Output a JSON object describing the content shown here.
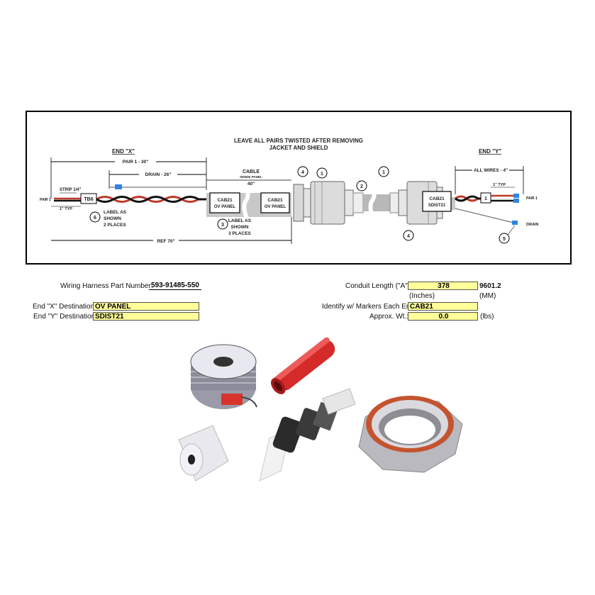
{
  "diagram": {
    "header_line1": "LEAVE ALL PAIRS TWISTED AFTER REMOVING",
    "header_line2": "JACKET AND SHIELD",
    "end_x": "END \"X\"",
    "end_y": "END \"Y\"",
    "pair1_len": "PAIR 1 - 30\"",
    "drain_len": "DRAIN - 26\"",
    "strip": "STRIP 1/4\"",
    "pair1_left": "PAIR 1",
    "one_typ_left": "1\" TYP",
    "tb6": "TB6",
    "label_6_line1": "LABEL AS",
    "label_6_line2": "SHOWN",
    "label_6_line3": "2 PLACES",
    "ref": "REF 70\"",
    "cable": "CABLE",
    "inside_panel": "INSIDE PANEL",
    "cable_len": "40\"",
    "tag1_line1": "CAB21",
    "tag1_line2": "OV PANEL",
    "tag2_line1": "CAB21",
    "tag2_line2": "OV PANEL",
    "tag3_line1": "CAB21",
    "tag3_line2": "SDIST21",
    "label_3_line1": "LABEL AS",
    "label_3_line2": "SHOWN",
    "label_3_line3": "3 PLACES",
    "all_wires": "ALL WIRES - 4\"",
    "one_typ_right": "1\" TYP",
    "right_marker": "1",
    "pair1_right": "PAIR 1",
    "drain_right": "DRAIN",
    "callout_1a": "1",
    "callout_1b": "1",
    "callout_2": "2",
    "callout_3": "3",
    "callout_4a": "4",
    "callout_4b": "4",
    "callout_5": "5",
    "callout_6": "6"
  },
  "form": {
    "part_number_label": "Wiring Harness Part Number:",
    "part_number": "593-91485-550",
    "end_x_label": "End \"X\" Destination:",
    "end_x_value": "OV PANEL",
    "end_y_label": "End \"Y\" Destination",
    "end_y_value": "SDIST21",
    "conduit_label": "Conduit Length (\"A\"):",
    "conduit_inches": "378",
    "conduit_mm": "9601.2",
    "inches_unit": "(Inches)",
    "mm_unit": "(MM)",
    "markers_label": "Identify w/ Markers Each End:",
    "markers_value": "CAB21",
    "weight_label": "Approx. Wt.:",
    "weight_value": "0.0",
    "weight_unit": "(lbs)"
  },
  "colors": {
    "wire_red": "#c0392b",
    "wire_black": "#111111",
    "field_fill": "#ffff99",
    "drain_blue": "#2e86de"
  }
}
